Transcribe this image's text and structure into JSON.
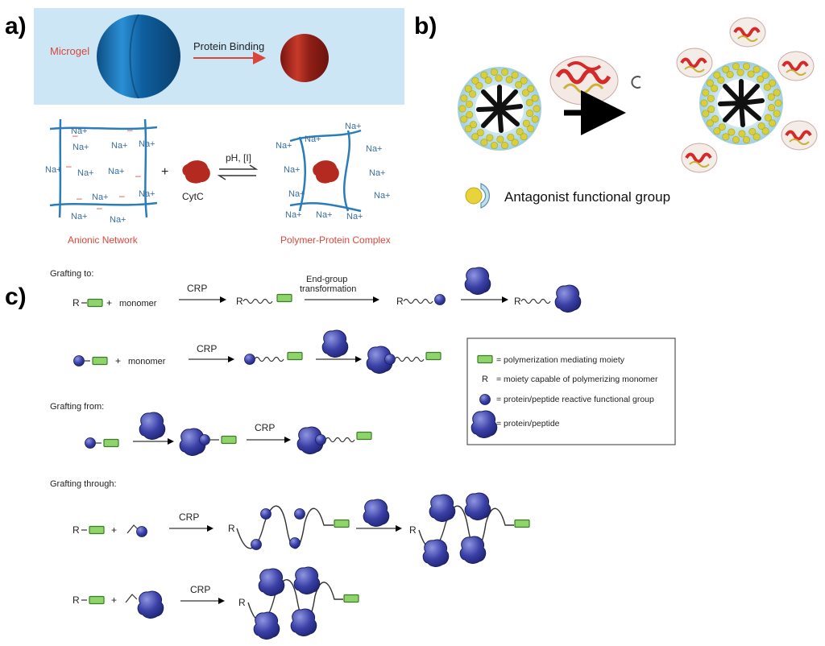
{
  "panel_a": {
    "letter": "a)",
    "microgel_label": "Microgel",
    "binding_label": "Protein Binding",
    "ion_label": "Na+",
    "protein_label": "CytC",
    "condition_label": "pH, [I]",
    "left_caption": "Anionic Network",
    "right_caption": "Polymer-Protein Complex",
    "colors": {
      "microgel": "#1f6fae",
      "bound": "#a8261c",
      "band": "#cce6f6"
    }
  },
  "panel_b": {
    "letter": "b)",
    "legend_label": "Antagonist functional group"
  },
  "panel_c": {
    "letter": "c)",
    "grafting_to": "Grafting to:",
    "grafting_from": "Grafting from:",
    "grafting_through": "Grafting through:",
    "r": "R",
    "plus": "+",
    "monomer": "monomer",
    "crp": "CRP",
    "end_group_1": "End-group",
    "end_group_2": "transformation",
    "legend": {
      "item1": "= polymerization mediating moiety",
      "item2_symbol": "R",
      "item2": "= moiety capable of polymerizing monomer",
      "item3": "= protein/peptide reactive functional group",
      "item4": "= protein/peptide"
    },
    "colors": {
      "moiety": "#8fd46a",
      "protein": "#2f3593"
    }
  }
}
